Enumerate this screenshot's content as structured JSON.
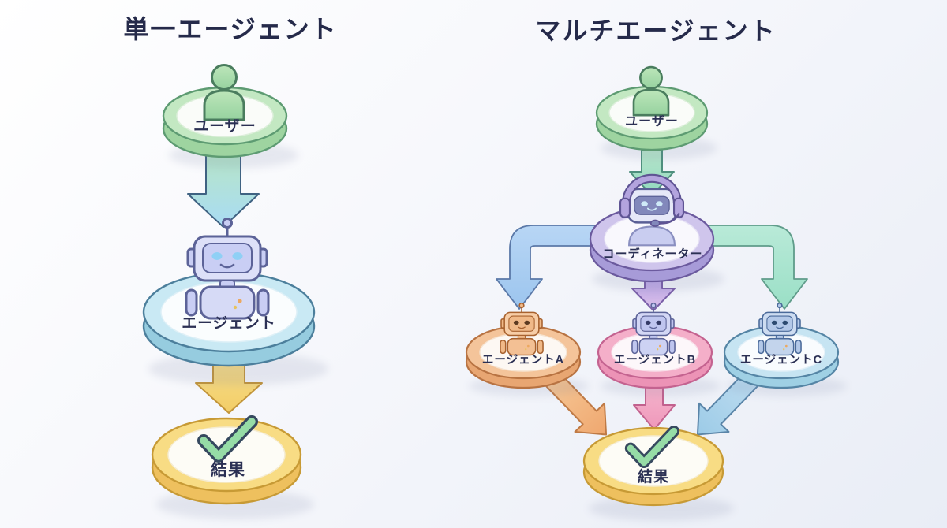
{
  "background": {
    "from": "#ffffff",
    "to": "#e9edf6"
  },
  "left": {
    "title": "単一エージェント",
    "user": {
      "label": "ユーザー",
      "icon": "person-icon",
      "ring_color": "#c3e8c2",
      "ring_edge": "#5d9b72"
    },
    "agent": {
      "label": "エージェント",
      "icon": "robot-icon",
      "ring_color": "#c9e9f4",
      "ring_edge": "#4c7f9c"
    },
    "result": {
      "label": "結果",
      "icon": "checkmark-icon",
      "ring_color": "#f8dc84",
      "ring_edge": "#c79a35"
    },
    "arrows": [
      {
        "name": "user-to-agent",
        "colors": [
          "#b7e5c6",
          "#a9dcf4"
        ]
      },
      {
        "name": "agent-to-result",
        "colors": [
          "#f8df8e",
          "#f2cd66"
        ]
      }
    ]
  },
  "right": {
    "title": "マルチエージェント",
    "user": {
      "label": "ユーザー",
      "icon": "person-icon",
      "ring_color": "#c3e8c2",
      "ring_edge": "#5d9b72"
    },
    "coordinator": {
      "label": "コーディネーター",
      "icon": "headset-robot-icon",
      "ring_color": "#cfc5ec",
      "ring_edge": "#6b5a9e"
    },
    "agent_a": {
      "label": "エージェントA",
      "icon": "robot-icon",
      "ring_color": "#f4c49a",
      "ring_edge": "#b87342"
    },
    "agent_b": {
      "label": "エージェントB",
      "icon": "robot-icon",
      "ring_color": "#f4afc9",
      "ring_edge": "#c46390"
    },
    "agent_c": {
      "label": "エージェントC",
      "icon": "robot-icon",
      "ring_color": "#c6e4f2",
      "ring_edge": "#5585a5"
    },
    "result": {
      "label": "結果",
      "icon": "checkmark-icon",
      "ring_color": "#f8dc84",
      "ring_edge": "#c79a35"
    },
    "arrows": [
      {
        "name": "user-to-coordinator",
        "colors": [
          "#b9e7cb",
          "#90d7bf"
        ]
      },
      {
        "name": "coordinator-to-agent-a",
        "colors": [
          "#b8d6f5",
          "#9cc5ee"
        ]
      },
      {
        "name": "coordinator-to-agent-b",
        "colors": [
          "#b5a3e6",
          "#dcbfe9"
        ]
      },
      {
        "name": "coordinator-to-agent-c",
        "colors": [
          "#b9ead8",
          "#9adfc6"
        ]
      },
      {
        "name": "agent-a-to-result",
        "colors": [
          "#f6c795",
          "#efa76f"
        ]
      },
      {
        "name": "agent-b-to-result",
        "colors": [
          "#f6b6cd",
          "#ee97ba"
        ]
      },
      {
        "name": "agent-c-to-result",
        "colors": [
          "#bddcf0",
          "#9ccbe7"
        ]
      }
    ]
  }
}
